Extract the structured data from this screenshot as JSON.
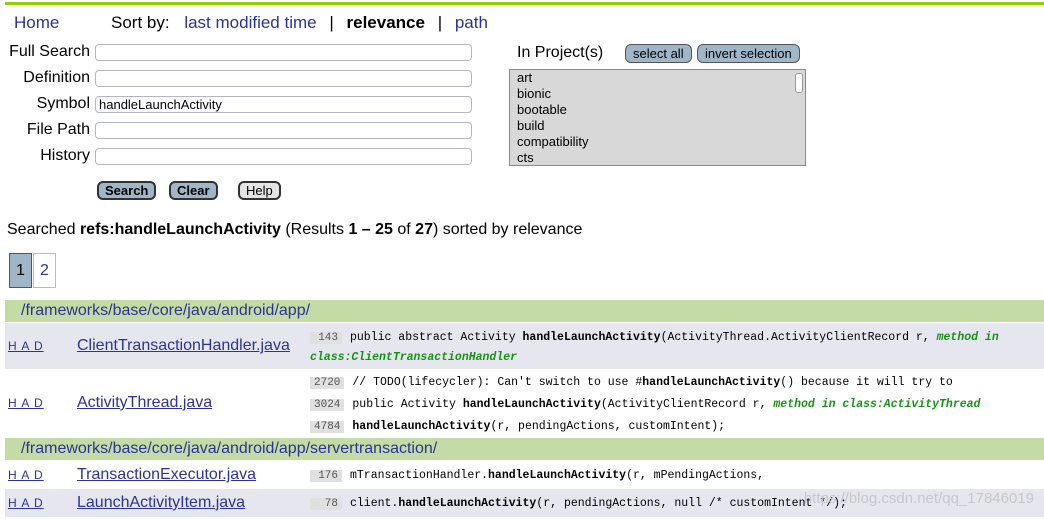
{
  "nav": {
    "home": "Home"
  },
  "sort": {
    "label": "Sort by:",
    "options": [
      "last modified time",
      "relevance",
      "path"
    ]
  },
  "fields": [
    {
      "label": "Full Search",
      "value": ""
    },
    {
      "label": "Definition",
      "value": ""
    },
    {
      "label": "Symbol",
      "value": "handleLaunchActivity"
    },
    {
      "label": "File Path",
      "value": ""
    },
    {
      "label": "History",
      "value": ""
    }
  ],
  "projects": {
    "label": "In Project(s)",
    "select_all": "select all",
    "invert": "invert selection",
    "items": [
      "art",
      "bionic",
      "bootable",
      "build",
      "compatibility",
      "cts"
    ]
  },
  "buttons": {
    "search": "Search",
    "clear": "Clear",
    "help": "Help"
  },
  "summary": {
    "prefix": "Searched ",
    "query": "refs:handleLaunchActivity",
    "mid1": " (Results ",
    "range": "1 – 25",
    "mid2": " of ",
    "total": "27",
    "suffix": ") sorted by relevance"
  },
  "pages": [
    "1",
    "2"
  ],
  "results": [
    {
      "dir": "/frameworks/base/core/java/android/app/",
      "files": [
        {
          "had": "H A D",
          "name": "ClientTransactionHandler.java",
          "lines": [
            {
              "ln": "143",
              "pre": "public abstract Activity ",
              "hit": "handleLaunchActivity",
              "post": "(ActivityThread.ActivityClientRecord r,  ",
              "tag": "method in",
              "tag2": "class:ClientTransactionHandler"
            }
          ]
        },
        {
          "had": "H A D",
          "name": "ActivityThread.java",
          "lines": [
            {
              "ln": "2720",
              "pre": "// TODO(lifecycler): Can't switch to use #",
              "hit": "handleLaunchActivity",
              "post": "() because it will try to",
              "tag": ""
            },
            {
              "ln": "3024",
              "pre": "public Activity ",
              "hit": "handleLaunchActivity",
              "post": "(ActivityClientRecord r,  ",
              "tag": "method in class:ActivityThread"
            },
            {
              "ln": "4784",
              "pre": "",
              "hit": "handleLaunchActivity",
              "post": "(r, pendingActions, customIntent);",
              "tag": ""
            }
          ]
        }
      ]
    },
    {
      "dir": "/frameworks/base/core/java/android/app/servertransaction/",
      "files": [
        {
          "had": "H A D",
          "name": "TransactionExecutor.java",
          "lines": [
            {
              "ln": "176",
              "pre": "mTransactionHandler.",
              "hit": "handleLaunchActivity",
              "post": "(r, mPendingActions,",
              "tag": ""
            }
          ]
        },
        {
          "had": "H A D",
          "name": "LaunchActivityItem.java",
          "lines": [
            {
              "ln": "78",
              "pre": "client.",
              "hit": "handleLaunchActivity",
              "post": "(r, pendingActions, null /* customIntent */);",
              "tag": ""
            }
          ]
        }
      ]
    }
  ],
  "watermark": "https://blog.csdn.net/qq_17846019"
}
